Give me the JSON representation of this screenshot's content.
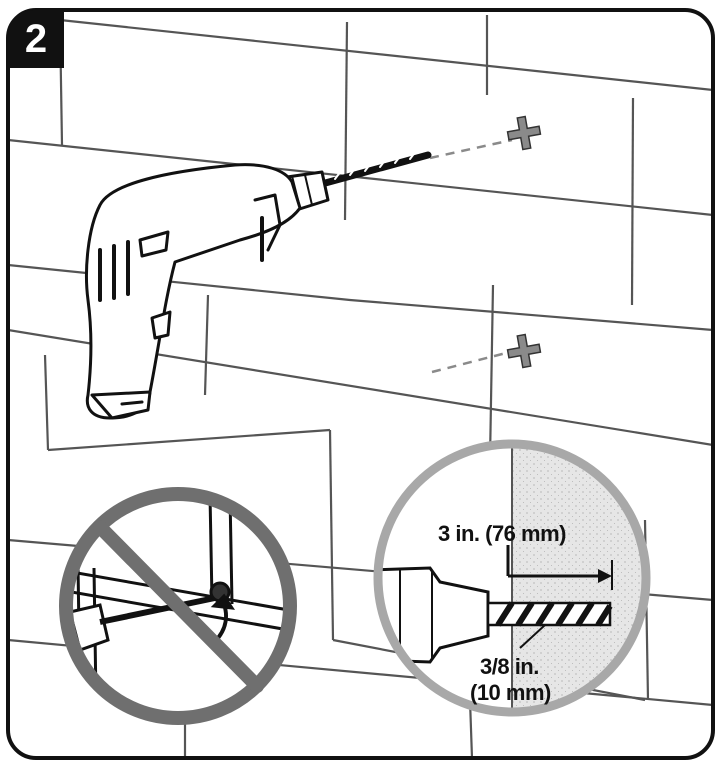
{
  "step": {
    "number": "2"
  },
  "inset": {
    "depth_label": "3 in. (76 mm)",
    "bit_size_line1": "3/8 in.",
    "bit_size_line2": "(10 mm)"
  },
  "colors": {
    "outline": "#111111",
    "wall_line": "#555555",
    "prohibited": "#6f6f6f",
    "cross_marker": "#7a7a7a",
    "inset_ring": "#a8a8a8",
    "inset_wall": "#e6e6e6"
  },
  "icons": {
    "drill": "power-drill-icon",
    "marker": "cross-marker-icon",
    "prohibited": "no-sign-icon"
  }
}
